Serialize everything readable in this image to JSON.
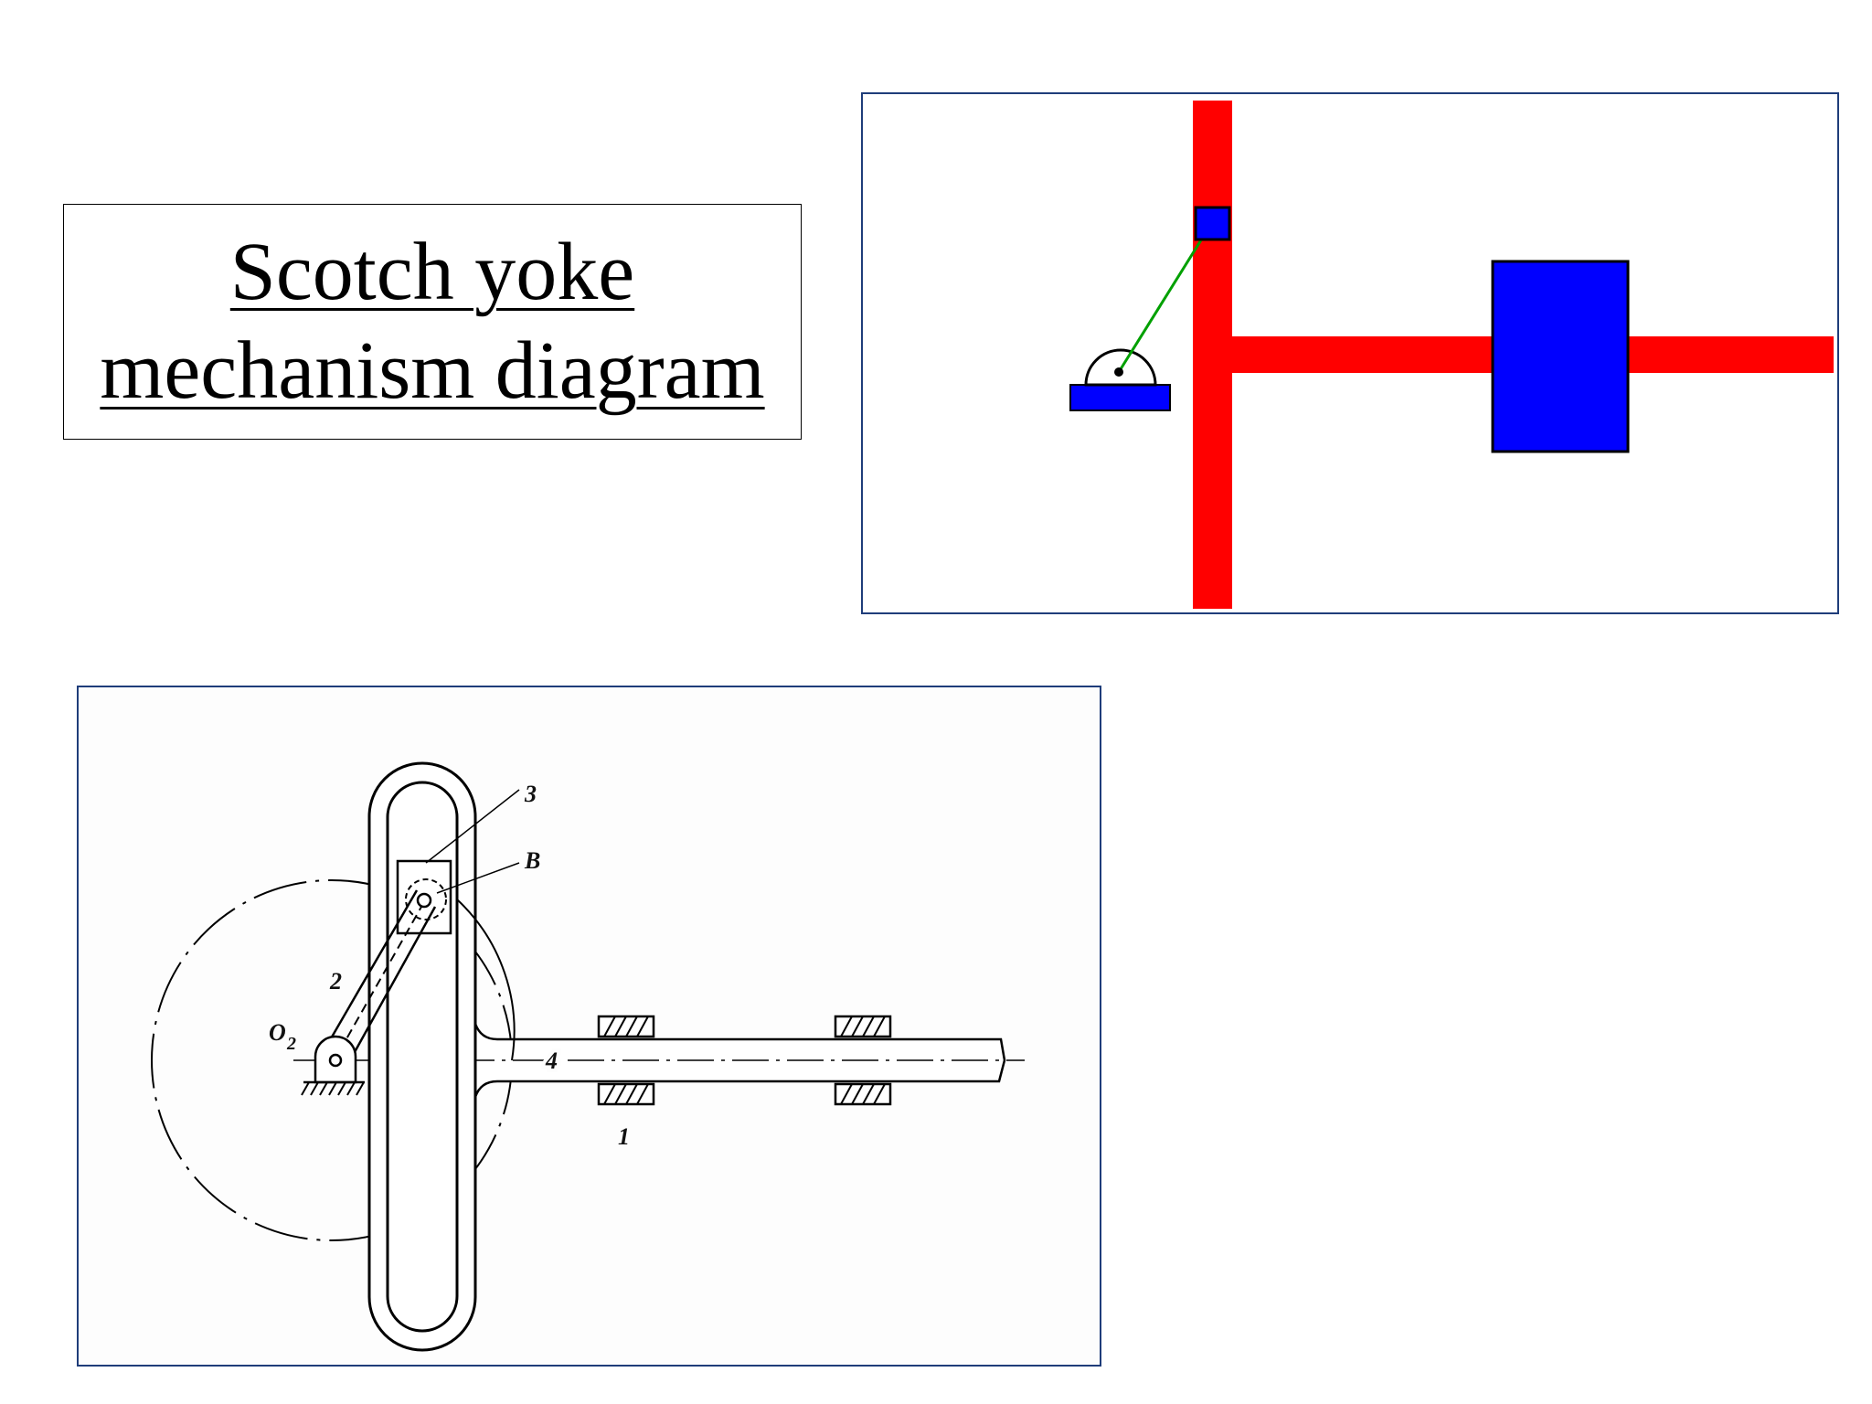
{
  "slide": {
    "title_line1": "Scotch yoke",
    "title_line2": "mechanism diagram"
  },
  "colors": {
    "yoke": "#ff0000",
    "blocks": "#0000ff",
    "crank_line": "#00a000",
    "panel_border": "#1f3d7a",
    "ink": "#000000"
  },
  "drawing": {
    "labels": {
      "slider": "3",
      "pin": "B",
      "crank": "2",
      "pivot": "O",
      "pivot_sub": "2",
      "yoke": "4",
      "frame": "1"
    }
  }
}
